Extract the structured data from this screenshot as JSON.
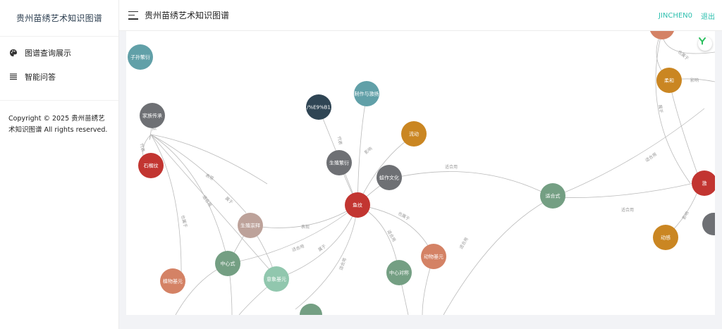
{
  "app": {
    "brand": "贵州苗绣艺术知识图谱",
    "header_title": "贵州苗绣艺术知识图谱",
    "user": "JINCHEN0",
    "logout": "退出"
  },
  "sidebar": {
    "items": [
      {
        "label": "图谱查询展示",
        "icon": "palette-icon"
      },
      {
        "label": "智能问答",
        "icon": "list-icon"
      }
    ],
    "copyright": "Copyright © 2025 贵州苗绣艺术知识图谱 All rights reserved."
  },
  "graph": {
    "colors": {
      "red": "#c23531",
      "teal": "#61a0a8",
      "navy": "#2f4554",
      "orange": "#d48265",
      "green": "#749f83",
      "gold": "#ca8622",
      "pink": "#bda29a",
      "gray": "#6e7074",
      "lightgreen": "#91c7ae"
    },
    "nodes": [
      {
        "id": "n1",
        "label": "子孙繁衍",
        "color": "teal"
      },
      {
        "id": "n2",
        "label": "家族传承",
        "color": "gray"
      },
      {
        "id": "n3",
        "label": "石榴纹",
        "color": "red"
      },
      {
        "id": "n4",
        "label": "/%E9%B1",
        "color": "navy"
      },
      {
        "id": "n5",
        "label": "制作与激扬",
        "color": "teal"
      },
      {
        "id": "n6",
        "label": "流动",
        "color": "gold"
      },
      {
        "id": "n7",
        "label": "生殖繁衍",
        "color": "gray"
      },
      {
        "id": "n8",
        "label": "蛙作文化",
        "color": "gray"
      },
      {
        "id": "n9",
        "label": "鱼纹",
        "color": "red"
      },
      {
        "id": "n10",
        "label": "生殖崇拜",
        "color": "pink"
      },
      {
        "id": "n11",
        "label": "中心式",
        "color": "green"
      },
      {
        "id": "n12",
        "label": "意象基元",
        "color": "lightgreen"
      },
      {
        "id": "n13",
        "label": "植物基元",
        "color": "orange"
      },
      {
        "id": "n14",
        "label": "中心对称",
        "color": "green"
      },
      {
        "id": "n15",
        "label": "动物基元",
        "color": "orange"
      },
      {
        "id": "n16",
        "label": "适合式",
        "color": "green"
      },
      {
        "id": "n17",
        "label": "柔和",
        "color": "gold"
      },
      {
        "id": "n18",
        "label": "激",
        "color": "red"
      },
      {
        "id": "n19",
        "label": "动感",
        "color": "gold"
      },
      {
        "id": "n20",
        "label": "",
        "color": "orange"
      },
      {
        "id": "n21",
        "label": "",
        "color": "gray"
      },
      {
        "id": "n22",
        "label": "",
        "color": "green"
      }
    ],
    "edge_labels": {
      "express": "表现",
      "belongs": "属于",
      "suits": "适合用",
      "also_belongs": "也属于",
      "influence": "影响",
      "represent": "代表",
      "symbol": "象征"
    }
  }
}
